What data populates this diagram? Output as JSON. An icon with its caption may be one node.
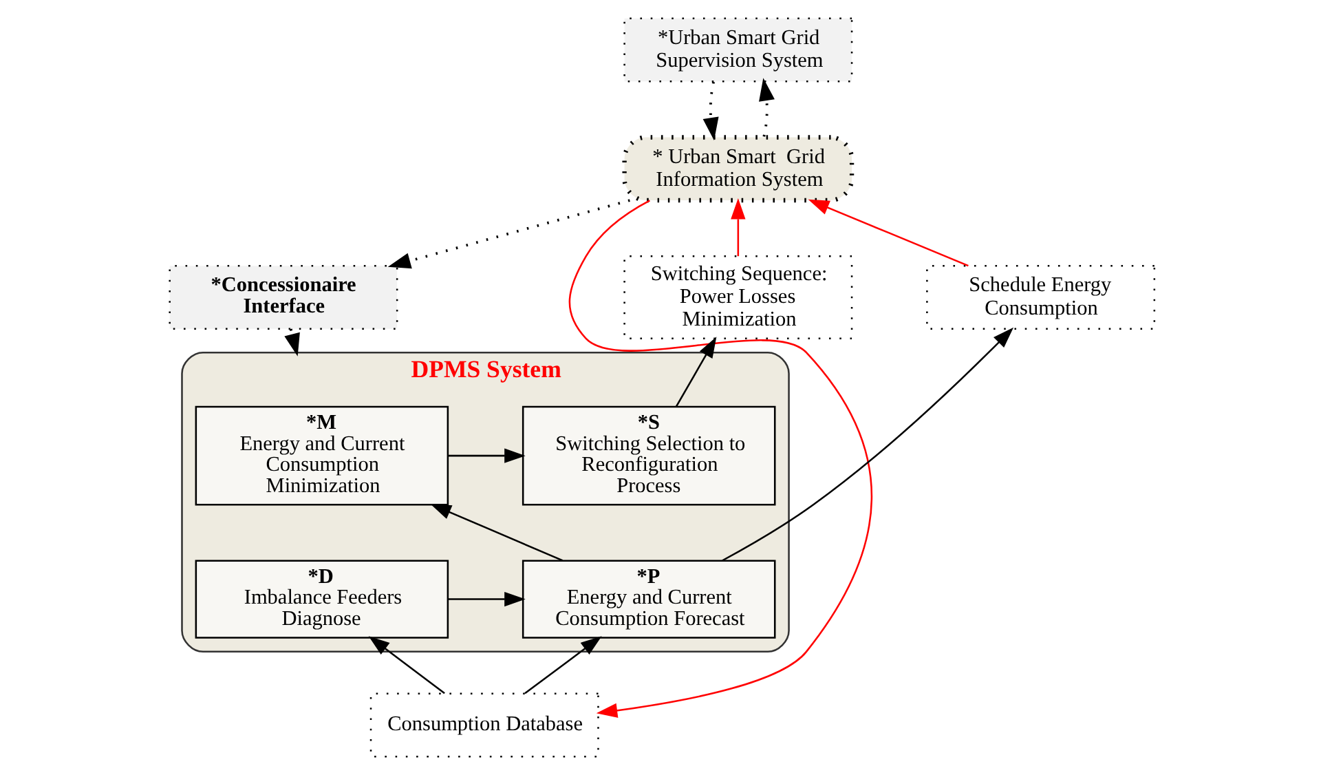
{
  "diagram": {
    "nodes": [
      {
        "text": [
          "*Urban Smart Grid Supervision System"
        ]
      },
      {
        "text": [
          "* Urban Smart  Grid Information System"
        ]
      },
      {
        "text": [
          "*Concessionaire Interface"
        ]
      },
      {
        "text": [
          "Schedule Energy Consumption"
        ]
      },
      {
        "text": [
          "Switching Sequence: Power Losses Minimization"
        ]
      },
      {
        "text": [
          "DPMS System"
        ]
      },
      {
        "text": [
          "*M",
          "Energy and Current Consumption Minimization"
        ],
        "in": 5
      },
      {
        "text": [
          "*S",
          "Switching Selection to Reconfiguration Process"
        ],
        "in": 5
      },
      {
        "text": [
          "*P",
          "Energy and Current Consumption Forecast"
        ],
        "in": 5
      },
      {
        "text": [
          "*D",
          "Imbalance Feeders Diagnose"
        ],
        "in": 5
      },
      {
        "text": [
          "Consumption Database"
        ]
      }
    ],
    "edges": [
      {
        "from": 0,
        "to": 1,
        "arrow": "to",
        "style": "dashed"
      },
      {
        "from": 1,
        "to": 0,
        "arrow": "to",
        "style": "dashed"
      },
      {
        "from": 3,
        "to": 1,
        "arrow": "to",
        "color": "#ff0000"
      },
      {
        "from": 4,
        "to": 1,
        "arrow": "to",
        "color": "#ff0000"
      },
      {
        "from": 1,
        "to": 10,
        "arrow": "to",
        "color": "#ff0000"
      },
      {
        "from": 1,
        "to": 2,
        "arrow": "to",
        "style": "dashed"
      },
      {
        "from": 2,
        "to": 5,
        "arrow": "to",
        "style": "dashed"
      },
      {
        "from": 6,
        "to": 7,
        "arrow": "to"
      },
      {
        "from": 7,
        "to": 4,
        "arrow": "to"
      },
      {
        "from": 8,
        "to": 6,
        "arrow": "to"
      },
      {
        "from": 9,
        "to": 8,
        "arrow": "to"
      },
      {
        "from": 8,
        "to": 3,
        "arrow": "to"
      },
      {
        "from": 10,
        "to": 8,
        "arrow": "to"
      },
      {
        "from": 10,
        "to": 9,
        "arrow": "to"
      }
    ]
  }
}
